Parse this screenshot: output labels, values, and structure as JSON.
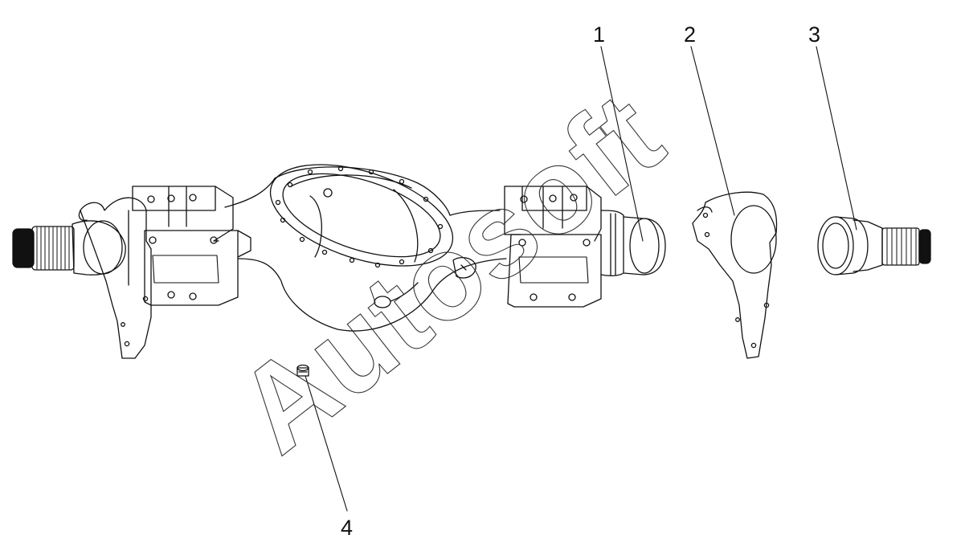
{
  "diagram": {
    "callouts": [
      {
        "id": "1",
        "label": "1",
        "part": "axle-housing"
      },
      {
        "id": "2",
        "label": "2",
        "part": "brake-flange-plate"
      },
      {
        "id": "3",
        "label": "3",
        "part": "axle-spindle"
      },
      {
        "id": "4",
        "label": "4",
        "part": "plug"
      }
    ],
    "watermark": "Autosoft",
    "corner_mark": "",
    "colors": {
      "line": "#111111",
      "background": "#ffffff",
      "watermark": "#222222"
    }
  }
}
